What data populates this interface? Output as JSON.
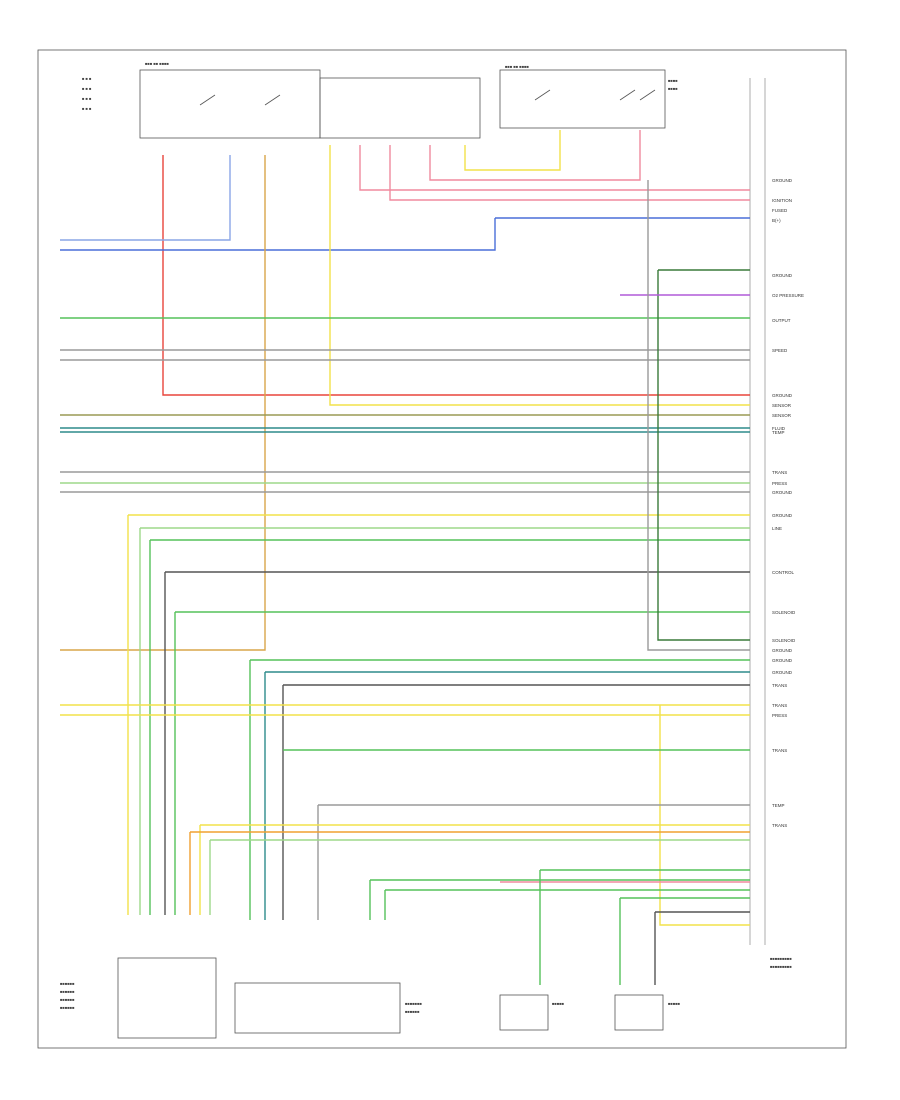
{
  "diagram": {
    "footer_text": "",
    "right_labels": [
      "GROUND",
      "IGNITION",
      "FUSED",
      "B(+)",
      "GROUND",
      "O2 PRESSURE",
      "OUTPUT",
      "SPEED",
      "GROUND",
      "SENSOR",
      "SENSOR",
      "FLUID",
      "TEMP",
      "TRANS",
      "PRESS",
      "GROUND",
      "GROUND",
      "LINE",
      "CONTROL",
      "SOLENOID",
      "SOLENOID",
      "GROUND",
      "GROUND",
      "GROUND",
      "TRANS",
      "TRANS",
      "PRESS",
      "TRANS",
      "TEMP",
      "TRANS"
    ]
  },
  "colors": {
    "red": "#e8453c",
    "pink": "#f08a9e",
    "blue": "#4a6fd8",
    "lightblue": "#8aa6e6",
    "tan": "#d9a54a",
    "yellow": "#f2e24a",
    "green": "#55c25a",
    "lightgreen": "#9ed88a",
    "teal": "#2e8b8b",
    "darkgreen": "#3a7a3a",
    "olive": "#9a9a55",
    "gray": "#9a9a9a",
    "violet": "#b05ad8",
    "orange": "#f0a030",
    "darkgray": "#555555"
  }
}
